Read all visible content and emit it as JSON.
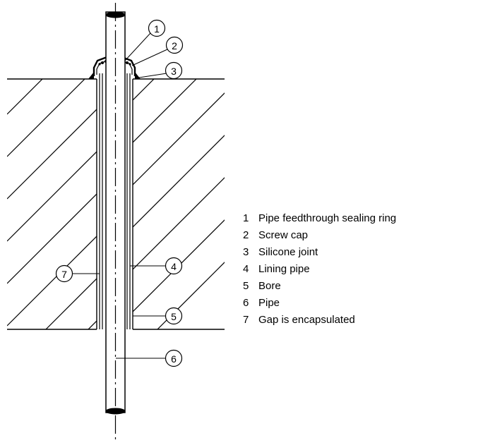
{
  "callouts": [
    {
      "number": "1"
    },
    {
      "number": "2"
    },
    {
      "number": "3"
    },
    {
      "number": "4"
    },
    {
      "number": "5"
    },
    {
      "number": "6"
    },
    {
      "number": "7"
    }
  ],
  "legend": [
    {
      "number": "1",
      "label": "Pipe feedthrough sealing ring"
    },
    {
      "number": "2",
      "label": "Screw cap"
    },
    {
      "number": "3",
      "label": "Silicone joint"
    },
    {
      "number": "4",
      "label": "Lining pipe"
    },
    {
      "number": "5",
      "label": "Bore"
    },
    {
      "number": "6",
      "label": "Pipe"
    },
    {
      "number": "7",
      "label": "Gap is encapsulated"
    }
  ]
}
